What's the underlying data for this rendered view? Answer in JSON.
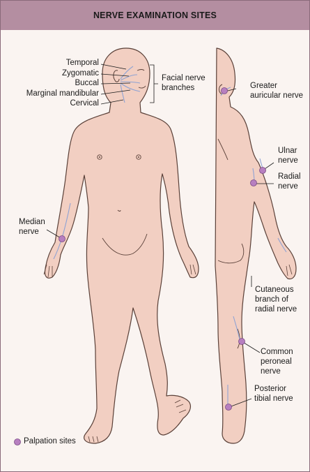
{
  "title": "NERVE EXAMINATION SITES",
  "colors": {
    "skin": "#f2cfc2",
    "outline": "#5a4038",
    "nerve": "#8fa3d4",
    "dot_fill": "#b77fc0",
    "dot_stroke": "#7a4a85",
    "header_bg": "#b48ea1"
  },
  "labels": {
    "temporal": "Temporal",
    "zygomatic": "Zygomatic",
    "buccal": "Buccal",
    "marginal_mandibular": "Marginal mandibular",
    "cervical": "Cervical",
    "facial_1": "Facial nerve",
    "facial_2": "branches",
    "median_1": "Median",
    "median_2": "nerve",
    "greater_1": "Greater",
    "greater_2": "auricular nerve",
    "ulnar_1": "Ulnar",
    "ulnar_2": "nerve",
    "radial_1": "Radial",
    "radial_2": "nerve",
    "cutaneous_1": "Cutaneous",
    "cutaneous_2": "branch of",
    "cutaneous_3": "radial nerve",
    "peroneal_1": "Common",
    "peroneal_2": "peroneal",
    "peroneal_3": "nerve",
    "tibial_1": "Posterior",
    "tibial_2": "tibial nerve"
  },
  "legend": {
    "icon": "palpation-dot-icon",
    "label": "Palpation sites"
  }
}
